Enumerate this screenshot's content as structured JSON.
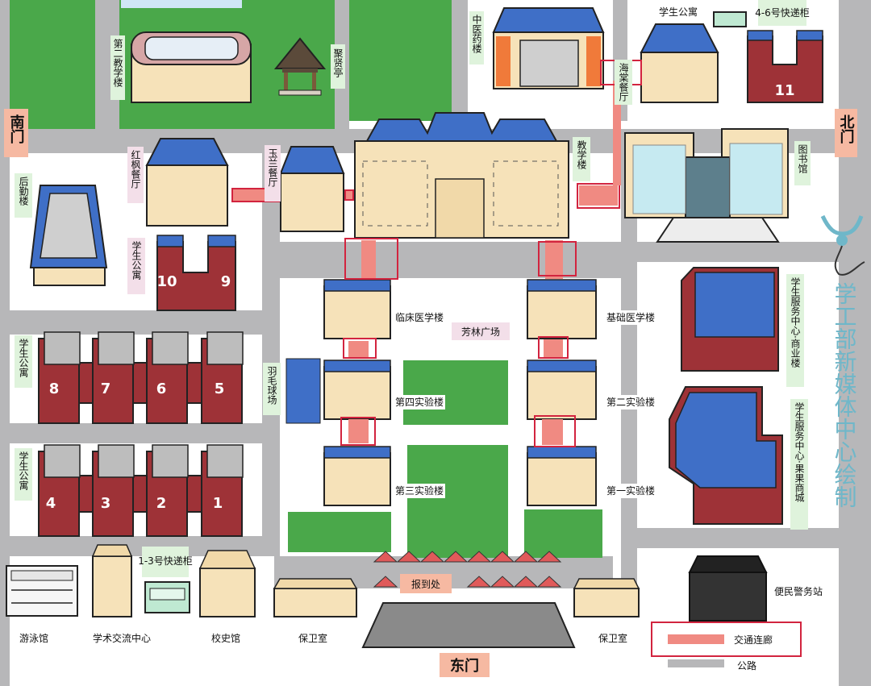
{
  "colors": {
    "road": "#b7b7b9",
    "grass": "#4aa84a",
    "building_tan": "#f6e2b9",
    "roof_blue": "#3f6fc7",
    "dorm_red": "#9e3237",
    "corridor": "#f08a82",
    "highlight": "#d2243f",
    "gate_label_bg": "#f6b9a2",
    "label_bg_green": "#dff3dc",
    "label_bg_pink": "#f3dfe9",
    "credit": "#6fb7c9"
  },
  "gates": {
    "south": "南门",
    "north": "北门",
    "east": "东门"
  },
  "places": {
    "second_teaching": "第二教学楼",
    "juxian_pavilion": "聚贤亭",
    "tcm_building": "中医药楼",
    "dorm_north": "学生公寓",
    "express_46": "4-6号快递柜",
    "haitang_canteen": "海棠餐厅",
    "hongfeng_canteen": "红枫餐厅",
    "yulan_canteen": "玉兰餐厅",
    "teaching_building": "教学楼",
    "library": "图书馆",
    "logistics": "后勤楼",
    "dorm_910": "学生公寓",
    "clinical_med": "临床医学楼",
    "fanglin_square": "芳林广场",
    "basic_med": "基础医学楼",
    "badminton": "羽毛球场",
    "dorm_5678": "学生公寓",
    "dorm_1234": "学生公寓",
    "lab_4": "第四实验楼",
    "lab_2": "第二实验楼",
    "lab_3": "第三实验楼",
    "lab_1": "第一实验楼",
    "service_commerce": "学生服务中心·商业楼",
    "service_fruit": "学生服务中心·果果商城",
    "express_13": "1-3号快递柜",
    "registration": "报到处",
    "natatorium": "游泳馆",
    "academic_center": "学术交流中心",
    "history_museum": "校史馆",
    "security_west": "保卫室",
    "security_east": "保卫室",
    "police_station": "便民警务站"
  },
  "dorm_numbers": [
    "11",
    "10",
    "9",
    "8",
    "7",
    "6",
    "5",
    "4",
    "3",
    "2",
    "1"
  ],
  "legend": {
    "corridor": "交通连廊",
    "road": "公路"
  },
  "credit": "学工部新媒体中心绘制"
}
